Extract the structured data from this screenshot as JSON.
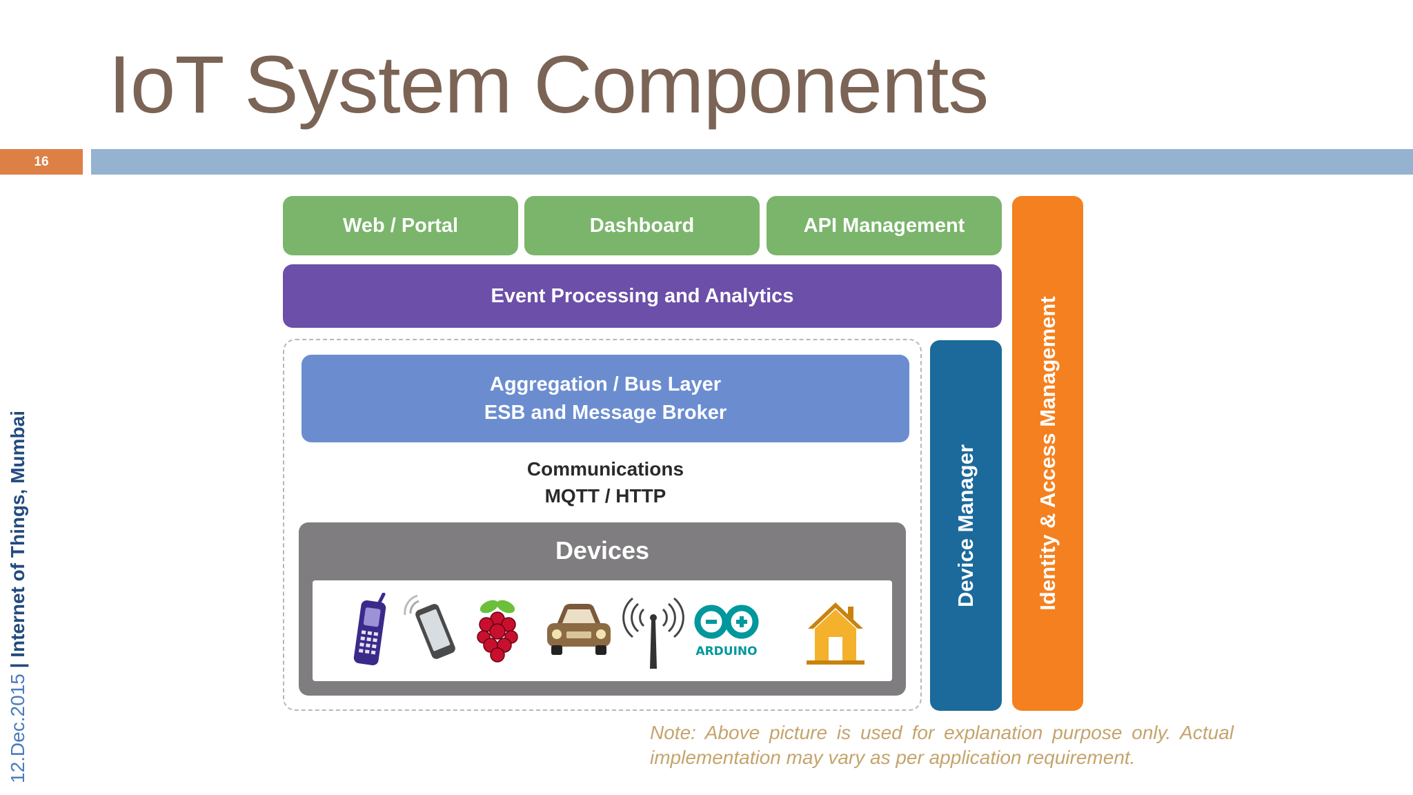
{
  "slide": {
    "title": "IoT System Components",
    "number": "16",
    "footer": {
      "date": "12.Dec.2015",
      "separator": " | ",
      "place": "Internet of Things, Mumbai"
    }
  },
  "diagram": {
    "top_boxes": [
      "Web / Portal",
      "Dashboard",
      "API Management"
    ],
    "analytics": "Event Processing and Analytics",
    "aggregation": {
      "line1": "Aggregation / Bus Layer",
      "line2": "ESB and Message Broker"
    },
    "communications": {
      "line1": "Communications",
      "line2": "MQTT / HTTP"
    },
    "devices": {
      "label": "Devices",
      "icons": [
        "feature-phone-icon",
        "smartphone-icon",
        "raspberry-pi-icon",
        "car-icon",
        "antenna-icon",
        "arduino-icon",
        "house-icon"
      ],
      "arduino_text": "ARDUINO"
    },
    "device_manager": "Device Manager",
    "identity": "Identity & Access Management",
    "colors": {
      "green": "#7ab56b",
      "purple": "#6b4fa8",
      "blue": "#6b8dd0",
      "gray": "#7f7d7f",
      "dark_blue": "#1b6a9b",
      "orange": "#f4801f"
    }
  },
  "note": "Note: Above picture is used for explanation purpose only. Actual implementation may vary as per application requirement."
}
